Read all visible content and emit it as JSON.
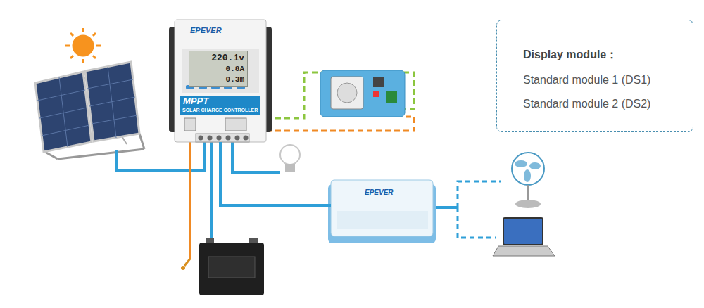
{
  "diagram": {
    "nodes": [
      {
        "text": [
          "EPEVER",
          "MPPT",
          "SOLAR CHARGE CONTROLLER"
        ]
      },
      {
        "text": [
          "220.1v",
          "0.8A",
          "0.3m"
        ],
        "in": 0
      },
      {
        "text": [
          "EPEVER"
        ]
      },
      {
        "text": [
          "Display module：",
          "Standard module 1 (DS1)",
          "Standard module 2 (DS2)"
        ]
      }
    ],
    "edges": [
      {
        "from": 0,
        "to": 2,
        "arrow": "none"
      }
    ]
  }
}
